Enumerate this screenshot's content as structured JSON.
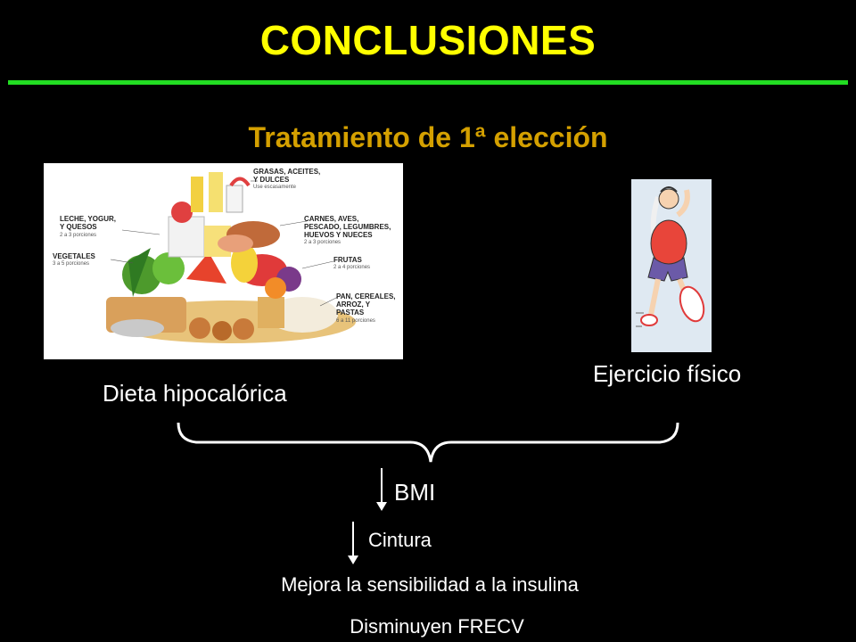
{
  "slide": {
    "title": "CONCLUSIONES",
    "subtitle": "Tratamiento de 1ª elección",
    "diet_label": "Dieta hipocalórica",
    "exercise_label": "Ejercicio físico",
    "bmi_label": "BMI",
    "waist_label": "Cintura",
    "insulin_label": "Mejora la sensibilidad a la  insulina",
    "frecv_label": "Disminuyen FRECV"
  },
  "pyramid": {
    "fats": {
      "name": "GRASAS, ACEITES,\nY DULCES",
      "note": "Use escasamente"
    },
    "dairy": {
      "name": "LECHE, YOGUR,\nY QUESOS",
      "note": "2 a 3 porciones"
    },
    "meat": {
      "name": "CARNES, AVES,\nPESCADO, LEGUMBRES,\nHUEVOS Y NUECES",
      "note": "2 a 3 porciones"
    },
    "vegetables": {
      "name": "VEGETALES",
      "note": "3 a 5 porciones"
    },
    "fruits": {
      "name": "FRUTAS",
      "note": "2 a 4 porciones"
    },
    "grains": {
      "name": "PAN, CEREALES,\nARROZ, Y\nPASTAS",
      "note": "6 a 11 porciones"
    }
  },
  "colors": {
    "title": "#ffff00",
    "subtitle": "#d4a000",
    "rule": "#22dd22",
    "background": "#000000",
    "text": "#ffffff"
  }
}
